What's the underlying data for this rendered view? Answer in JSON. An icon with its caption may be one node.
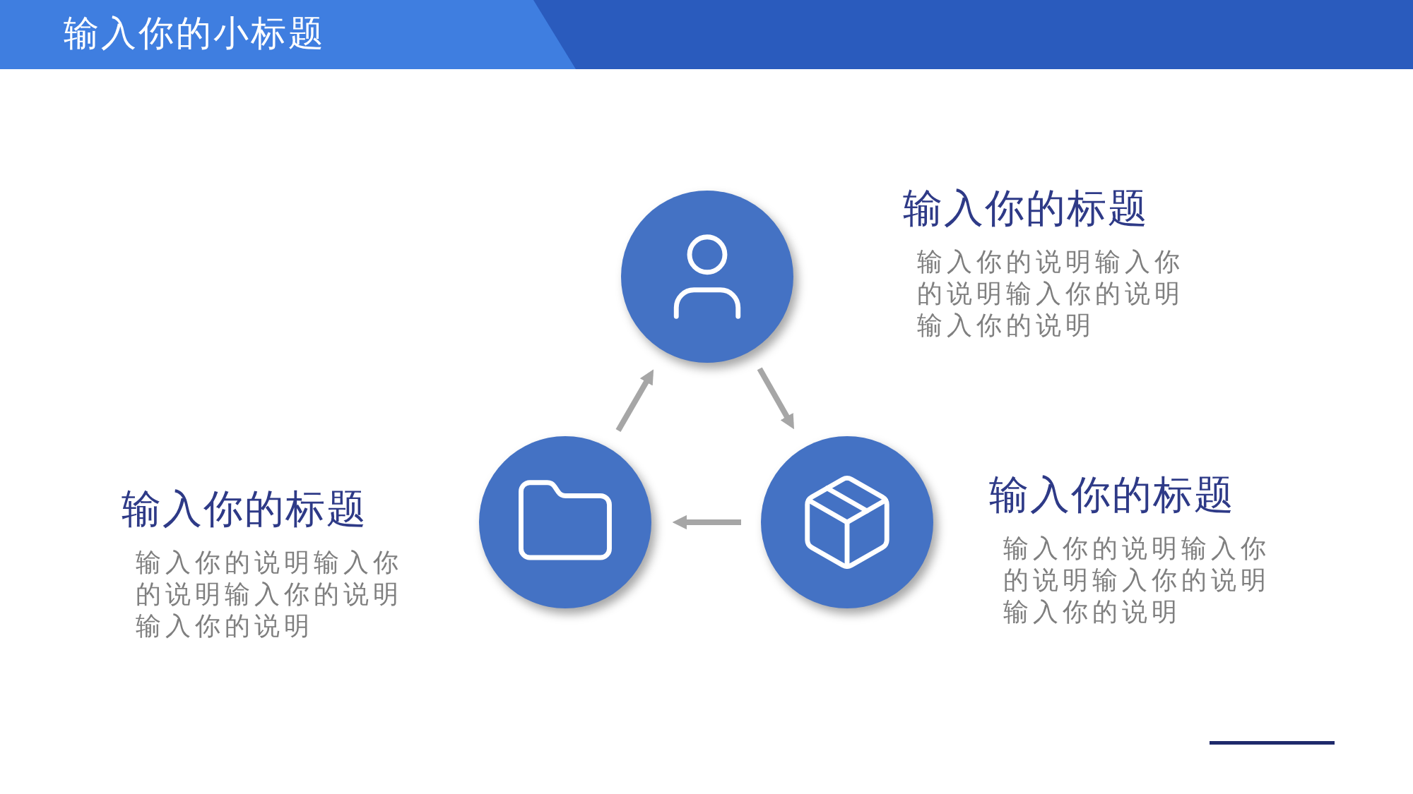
{
  "diagram": {
    "title": "输入你的小标题",
    "nodes": [
      {
        "text": [],
        "shape": "circle",
        "beside": [
          "输入你的标题",
          "输入你的说明输入你的说明输入你的说明输入你的说明"
        ]
      },
      {
        "text": [],
        "shape": "circle",
        "beside": [
          "输入你的标题",
          "输入你的说明输入你的说明输入你的说明输入你的说明"
        ]
      },
      {
        "text": [],
        "shape": "circle",
        "beside": [
          "输入你的标题",
          "输入你的说明输入你的说明输入你的说明输入你的说明"
        ]
      }
    ],
    "edges": [
      {
        "from": 1,
        "to": 0,
        "arrow": "to"
      },
      {
        "from": 0,
        "to": 2,
        "arrow": "to"
      },
      {
        "from": 2,
        "to": 1,
        "arrow": "to"
      }
    ]
  }
}
